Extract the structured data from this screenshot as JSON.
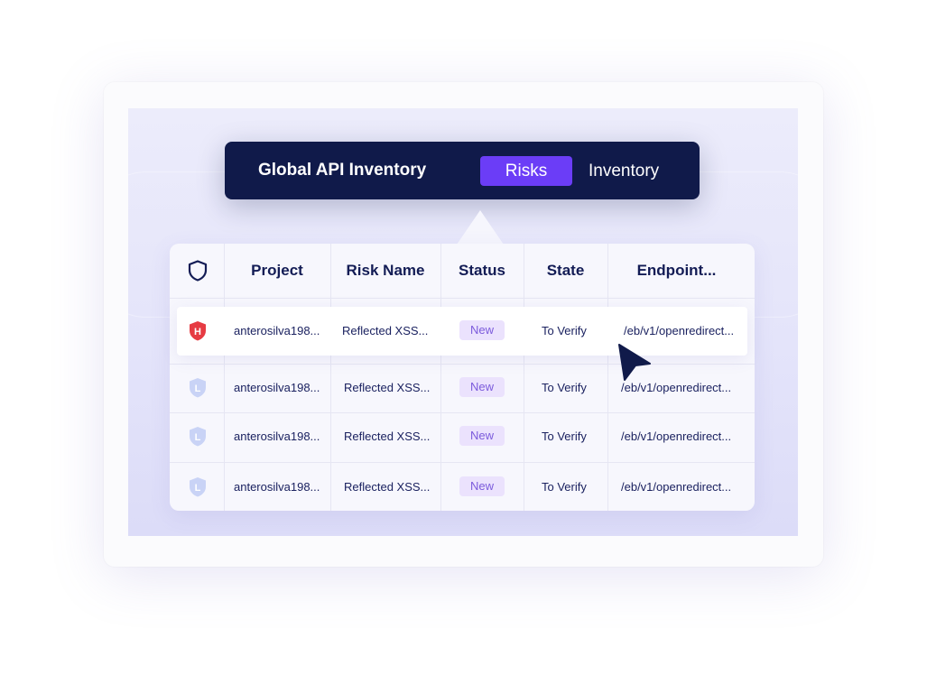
{
  "topbar": {
    "title": "Global API Inventory",
    "tabs": [
      {
        "label": "Risks",
        "active": true
      },
      {
        "label": "Inventory",
        "active": false
      }
    ]
  },
  "table": {
    "columns": [
      "Project",
      "Risk Name",
      "Status",
      "State",
      "Endpoint..."
    ],
    "rows": [
      {
        "severity": "H",
        "severity_color": "#e63b43",
        "project": "anterosilva198...",
        "risk_name": "Reflected XSS...",
        "status": "New",
        "state": "To Verify",
        "endpoint": "/eb/v1/openredirect..."
      },
      {
        "severity": "L",
        "severity_color": "#c9d3f6",
        "project": "anterosilva198...",
        "risk_name": "Reflected XSS...",
        "status": "New",
        "state": "To Verify",
        "endpoint": "/eb/v1/openredirect..."
      },
      {
        "severity": "L",
        "severity_color": "#c9d3f6",
        "project": "anterosilva198...",
        "risk_name": "Reflected XSS...",
        "status": "New",
        "state": "To Verify",
        "endpoint": "/eb/v1/openredirect..."
      },
      {
        "severity": "L",
        "severity_color": "#c9d3f6",
        "project": "anterosilva198...",
        "risk_name": "Reflected XSS...",
        "status": "New",
        "state": "To Verify",
        "endpoint": "/eb/v1/openredirect..."
      }
    ]
  },
  "colors": {
    "navy": "#101a4a",
    "accent": "#6b3df7",
    "badge_bg": "#ebe2fd",
    "badge_text": "#7c5bdc"
  },
  "icons": {
    "header": "shield-outline-icon",
    "cursor": "mouse-pointer-icon"
  }
}
